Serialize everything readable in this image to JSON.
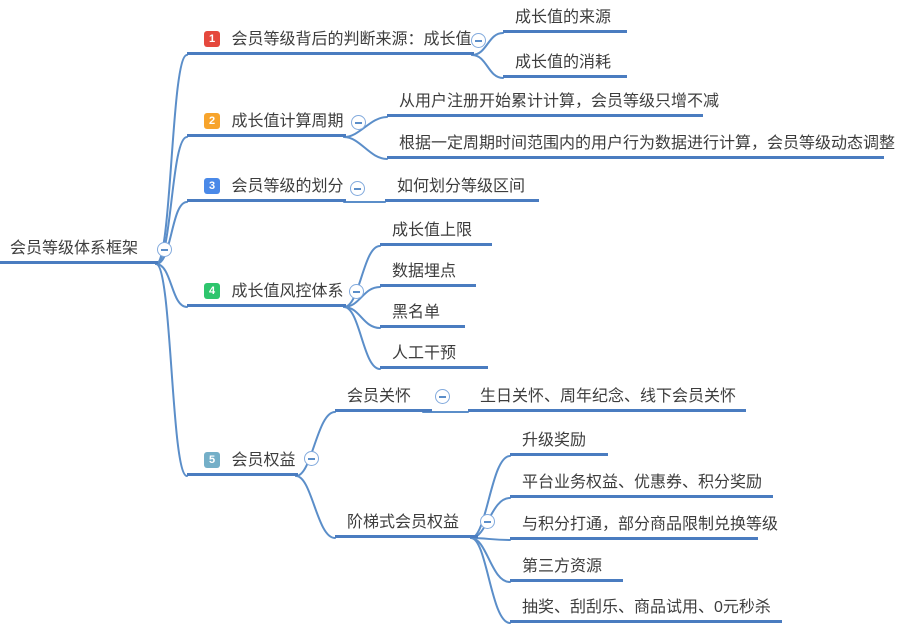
{
  "colors": {
    "connector_line": "#5b8ec9",
    "topic_underline": "#4a7cc0",
    "text": "#3d3d3d",
    "collapse_icon_border": "#82aadd"
  },
  "icons": {
    "collapse": "minus-circle"
  },
  "root": {
    "label": "会员等级体系框架"
  },
  "branches": [
    {
      "badge": "1",
      "badge_color": "#e5483d",
      "label": "会员等级背后的判断来源：成长值",
      "children": [
        {
          "label": "成长值的来源"
        },
        {
          "label": "成长值的消耗"
        }
      ]
    },
    {
      "badge": "2",
      "badge_color": "#f7a42c",
      "label": "成长值计算周期",
      "children": [
        {
          "label": "从用户注册开始累计计算，会员等级只增不减"
        },
        {
          "label": "根据一定周期时间范围内的用户行为数据进行计算，会员等级动态调整"
        }
      ]
    },
    {
      "badge": "3",
      "badge_color": "#4a89e8",
      "label": "会员等级的划分",
      "children": [
        {
          "label": "如何划分等级区间"
        }
      ]
    },
    {
      "badge": "4",
      "badge_color": "#2ec56d",
      "label": "成长值风控体系",
      "children": [
        {
          "label": "成长值上限"
        },
        {
          "label": "数据埋点"
        },
        {
          "label": "黑名单"
        },
        {
          "label": "人工干预"
        }
      ]
    },
    {
      "badge": "5",
      "badge_color": "#74afc8",
      "label": "会员权益",
      "children": [
        {
          "label": "会员关怀",
          "children": [
            {
              "label": "生日关怀、周年纪念、线下会员关怀"
            }
          ]
        },
        {
          "label": "阶梯式会员权益",
          "children": [
            {
              "label": "升级奖励"
            },
            {
              "label": "平台业务权益、优惠券、积分奖励"
            },
            {
              "label": "与积分打通，部分商品限制兑换等级"
            },
            {
              "label": "第三方资源"
            },
            {
              "label": "抽奖、刮刮乐、商品试用、0元秒杀"
            }
          ]
        }
      ]
    }
  ]
}
